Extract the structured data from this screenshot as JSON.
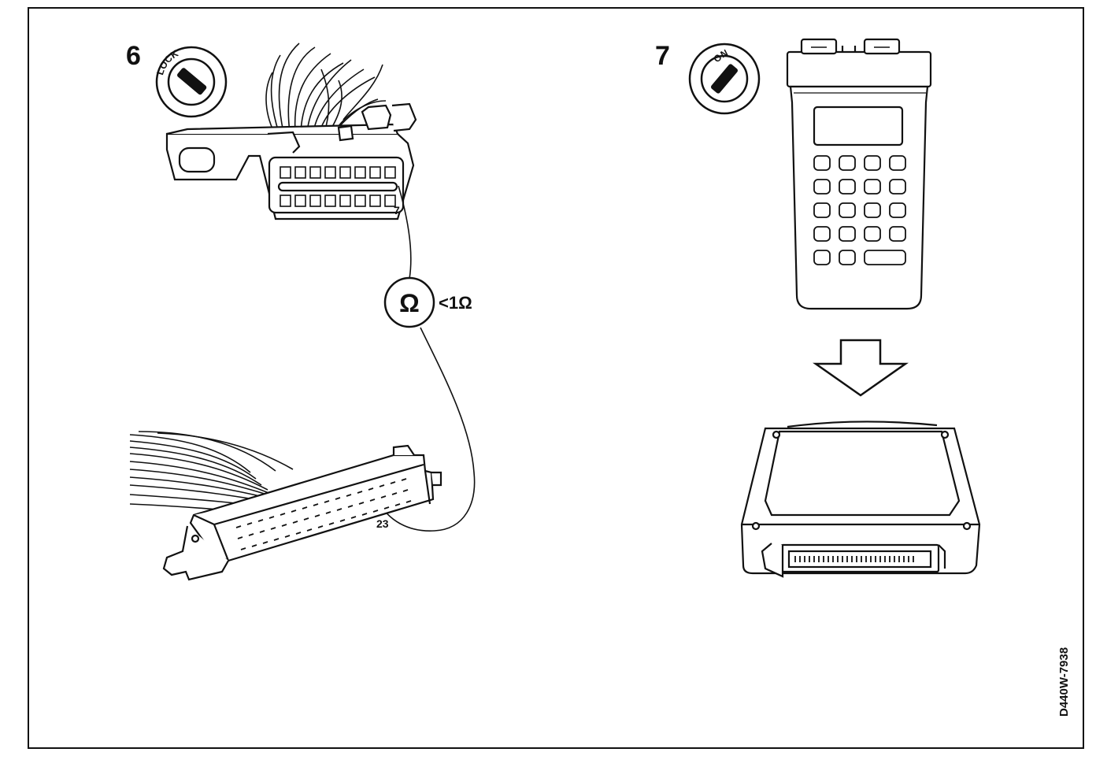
{
  "steps": [
    {
      "number": "6",
      "key_position": "LOCK",
      "upper_connector_pin": "7",
      "meter_symbol": "Ω",
      "meter_reading": "<1Ω",
      "lower_connector_pin": "23"
    },
    {
      "number": "7",
      "key_position": "ON"
    }
  ],
  "figure_code": "D440W-7938",
  "colors": {
    "ink": "#111111",
    "paper": "#ffffff"
  },
  "icons": [
    "ignition-key-icon",
    "ohm-meter-icon",
    "down-arrow-icon"
  ]
}
